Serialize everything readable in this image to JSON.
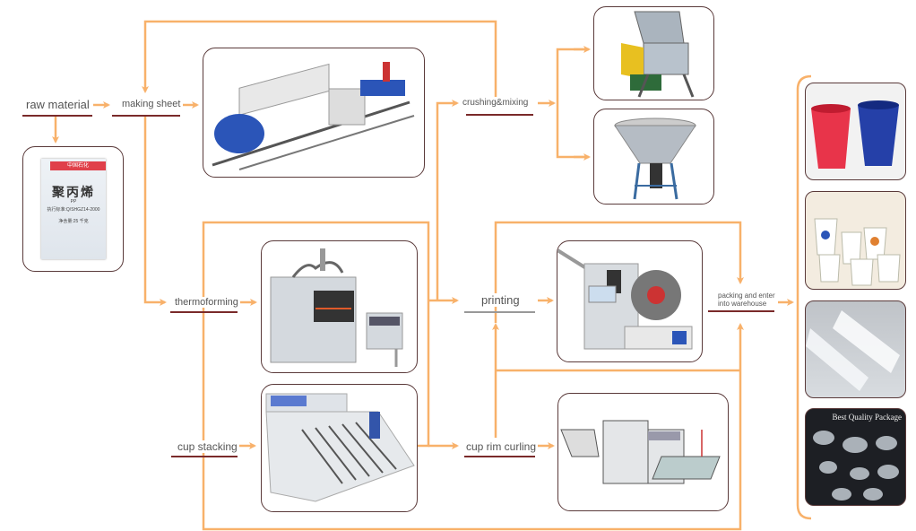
{
  "steps": {
    "raw_material": "raw material",
    "making_sheet": "making sheet",
    "crushing_mixing": "crushing&mixing",
    "thermoforming": "thermoforming",
    "cup_stacking": "cup stacking",
    "printing": "printing",
    "cup_rim_curling": "cup rim curling",
    "packing_line1": "packing and enter",
    "packing_line2": "into warehouse"
  },
  "raw_bag": {
    "brand": "中国石化",
    "product": "聚丙烯",
    "grade": "PP",
    "standard": "执行标准:Q/SHGZ14-2000",
    "net_weight": "净含量:25 千克"
  },
  "product_panel": {
    "title": "Best Quality Package"
  },
  "colors": {
    "arrow": "#f8b16a",
    "underline": "#7a2a2a",
    "frame": "#5a3a3a"
  }
}
